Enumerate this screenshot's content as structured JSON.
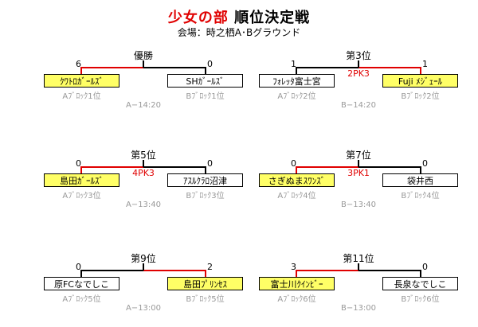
{
  "header": {
    "title_red": "少女の部",
    "title_black": "順位決定戦",
    "subtitle": "会場：時之栖A･Bグラウンド"
  },
  "matches": [
    {
      "label": "優勝",
      "left_score": "6",
      "right_score": "0",
      "pk": "",
      "left_team": "ｸﾜﾄﾛｶﾞｰﾙｽﾞ",
      "right_team": "SHｶﾞｰﾙｽﾞ",
      "left_seed": "Aﾌﾞﾛｯｸ1位",
      "right_seed": "Bﾌﾞﾛｯｸ1位",
      "time": "A−14:20",
      "winner": "left"
    },
    {
      "label": "第3位",
      "left_score": "1",
      "right_score": "1",
      "pk": "2PK3",
      "left_team": "ﾌｫﾚｯﾀ富士宮",
      "right_team": "Fuji ﾒｼﾞｪｰﾙ",
      "left_seed": "Aﾌﾞﾛｯｸ2位",
      "right_seed": "Bﾌﾞﾛｯｸ2位",
      "time": "B−14:20",
      "winner": "right"
    },
    {
      "label": "第5位",
      "left_score": "0",
      "right_score": "0",
      "pk": "4PK3",
      "left_team": "島田ｶﾞｰﾙｽﾞ",
      "right_team": "ｱｽﾙｸﾗﾛ沼津",
      "left_seed": "Aﾌﾞﾛｯｸ3位",
      "right_seed": "Bﾌﾞﾛｯｸ3位",
      "time": "A−13:40",
      "winner": "left"
    },
    {
      "label": "第7位",
      "left_score": "0",
      "right_score": "0",
      "pk": "3PK1",
      "left_team": "さぎぬまｽﾜﾝｽﾞ",
      "right_team": "袋井西",
      "left_seed": "Aﾌﾞﾛｯｸ4位",
      "right_seed": "Bﾌﾞﾛｯｸ4位",
      "time": "B−13:40",
      "winner": "left"
    },
    {
      "label": "第9位",
      "left_score": "0",
      "right_score": "2",
      "pk": "",
      "left_team": "原FCなでしこ",
      "right_team": "島田ﾌﾟﾘﾝｾｽ",
      "left_seed": "Aﾌﾞﾛｯｸ5位",
      "right_seed": "Bﾌﾞﾛｯｸ5位",
      "time": "A−13:00",
      "winner": "right"
    },
    {
      "label": "第11位",
      "left_score": "3",
      "right_score": "0",
      "pk": "",
      "left_team": "富士川ｸｲﾝﾋﾞｰ",
      "right_team": "長泉なでしこ",
      "left_seed": "Aﾌﾞﾛｯｸ6位",
      "right_seed": "Bﾌﾞﾛｯｸ6位",
      "time": "B−13:00",
      "winner": "left"
    }
  ]
}
